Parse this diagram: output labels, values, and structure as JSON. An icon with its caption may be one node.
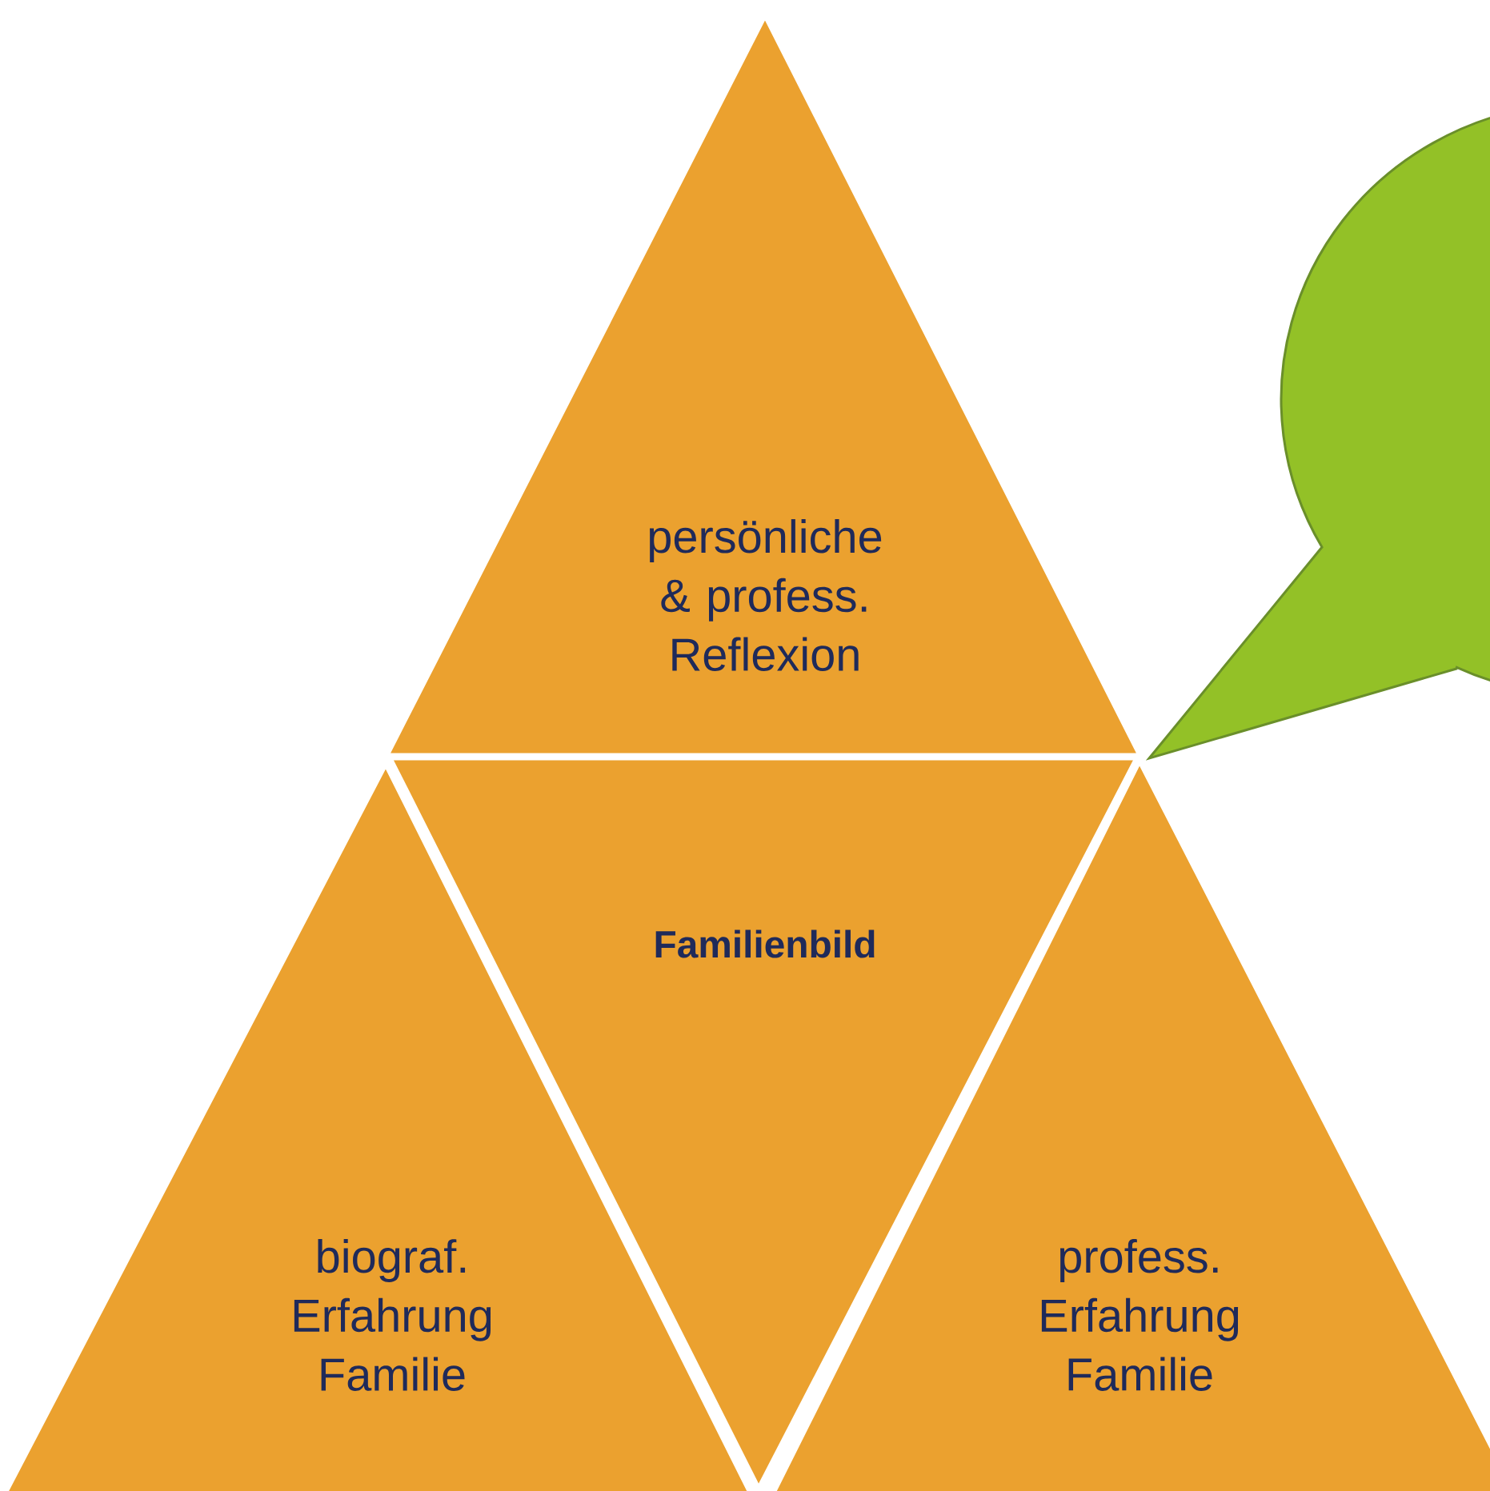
{
  "diagram": {
    "nodes": [
      {
        "text": [
          "persönliche & profess. Reflexion"
        ]
      },
      {
        "text": [
          "Familienbild"
        ]
      },
      {
        "text": [
          "biograf. Erfahrung Familie"
        ]
      },
      {
        "text": [
          "profess. Erfahrung Familie"
        ]
      }
    ]
  }
}
